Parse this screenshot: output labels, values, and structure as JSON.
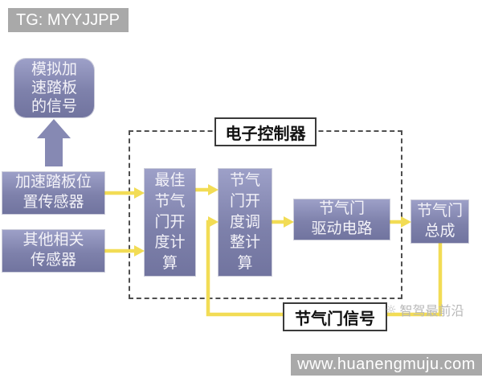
{
  "header": {
    "tag": "TG: MYYJJPP"
  },
  "footer": {
    "url": "www.huanengmuju.com"
  },
  "watermark": {
    "text": "智驾最前沿",
    "logo_glyph": "☼",
    "logo_icon": "sun-face-icon"
  },
  "colors": {
    "box_gradient_top": "#9da0c8",
    "box_gradient_bottom": "#71749f",
    "arrow_yellow": "#f2dc55",
    "purple_arrow": "#8689b3",
    "bar_gray": "#a9a9a9",
    "dashed_border": "#4f4f4f"
  },
  "diagram": {
    "signal_box": "模拟加\n速踏板\n的信号",
    "pedal_sensor_box": "加速踏板位\n置传感器",
    "other_sensor_box": "其他相关\n传感器",
    "ecu_label": "电子控制器",
    "optimal_calc_box": "最佳\n节气\n门开\n度计\n算",
    "adjust_calc_box": "节气\n门开\n度调\n整计\n算",
    "drive_circuit_box": "节气门\n驱动电路",
    "throttle_assembly_box": "节气门\n总成",
    "throttle_signal_label": "节气门信号"
  }
}
